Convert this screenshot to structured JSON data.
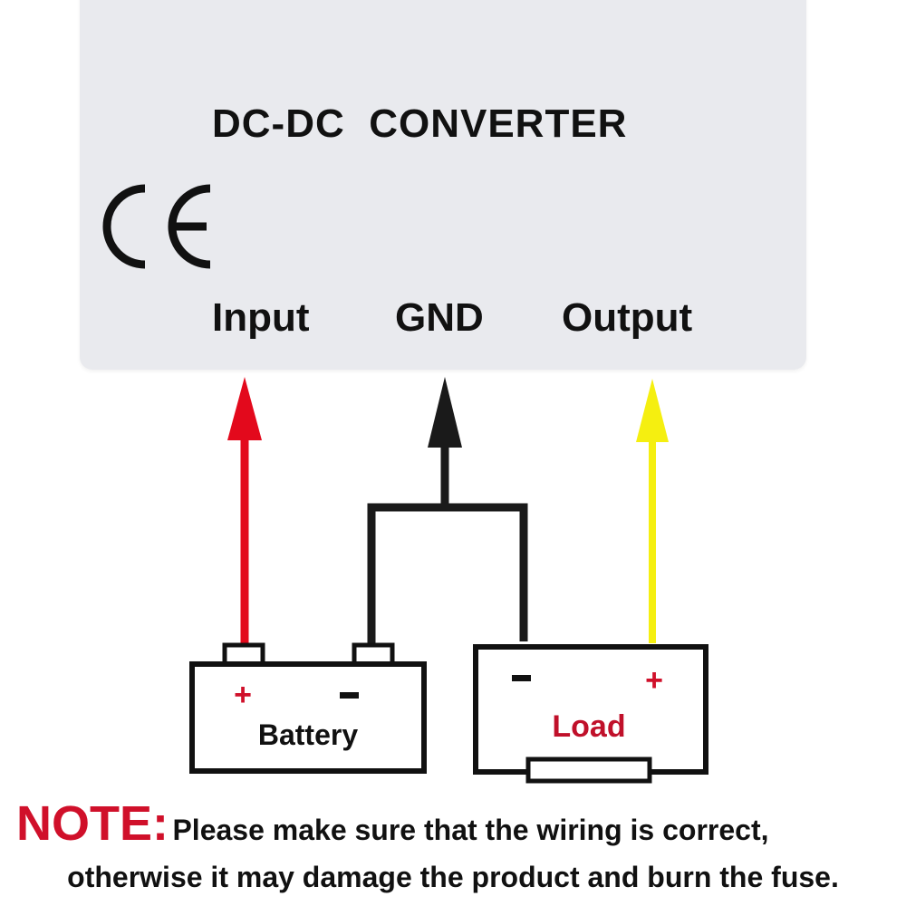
{
  "device": {
    "title": "DC-DC  CONVERTER",
    "certification_mark": "CE",
    "terminals": {
      "input": "Input",
      "gnd": "GND",
      "output": "Output"
    }
  },
  "wires": {
    "input_color": "#e3091c",
    "gnd_color": "#1a1a1a",
    "output_color": "#f5ef10"
  },
  "battery": {
    "label": "Battery",
    "plus": "+",
    "minus": "−",
    "plus_color": "#d0102a"
  },
  "load": {
    "label": "Load",
    "plus": "+",
    "minus": "−",
    "label_color": "#c0102a"
  },
  "note": {
    "heading": "NOTE:",
    "line1": "Please make sure that the wiring is correct,",
    "line2": "otherwise it may damage the product and burn the fuse."
  }
}
